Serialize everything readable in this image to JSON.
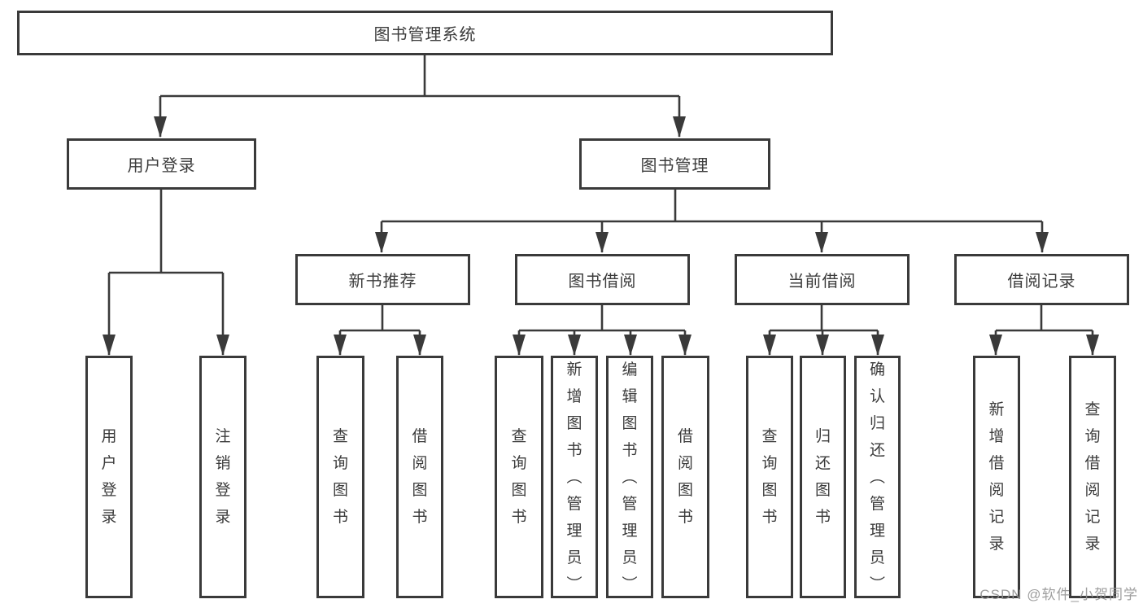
{
  "diagram": {
    "title": "图书管理系统",
    "level2": {
      "user_login": {
        "label": "用户登录"
      },
      "book_mgmt": {
        "label": "图书管理"
      }
    },
    "level3": {
      "new_book_rec": {
        "label": "新书推荐"
      },
      "book_borrow": {
        "label": "图书借阅"
      },
      "current_borrow": {
        "label": "当前借阅"
      },
      "borrow_record": {
        "label": "借阅记录"
      }
    },
    "leaves": {
      "user_login": [
        "用户登录",
        "注销登录"
      ],
      "new_book_rec": [
        "查询图书",
        "借阅图书"
      ],
      "book_borrow": [
        "查询图书",
        "新增图书（管理员）",
        "编辑图书（管理员）",
        "借阅图书"
      ],
      "current_borrow": [
        "查询图书",
        "归还图书",
        "确认归还（管理员）"
      ],
      "borrow_record": [
        "新增借阅记录",
        "查询借阅记录"
      ]
    },
    "colors": {
      "line": "#3a3a3a",
      "text": "#3b3b3b",
      "background": "#ffffff",
      "watermark_text_color": "#949494"
    }
  },
  "watermark": {
    "text": "CSDN @软件_小贺同学"
  }
}
